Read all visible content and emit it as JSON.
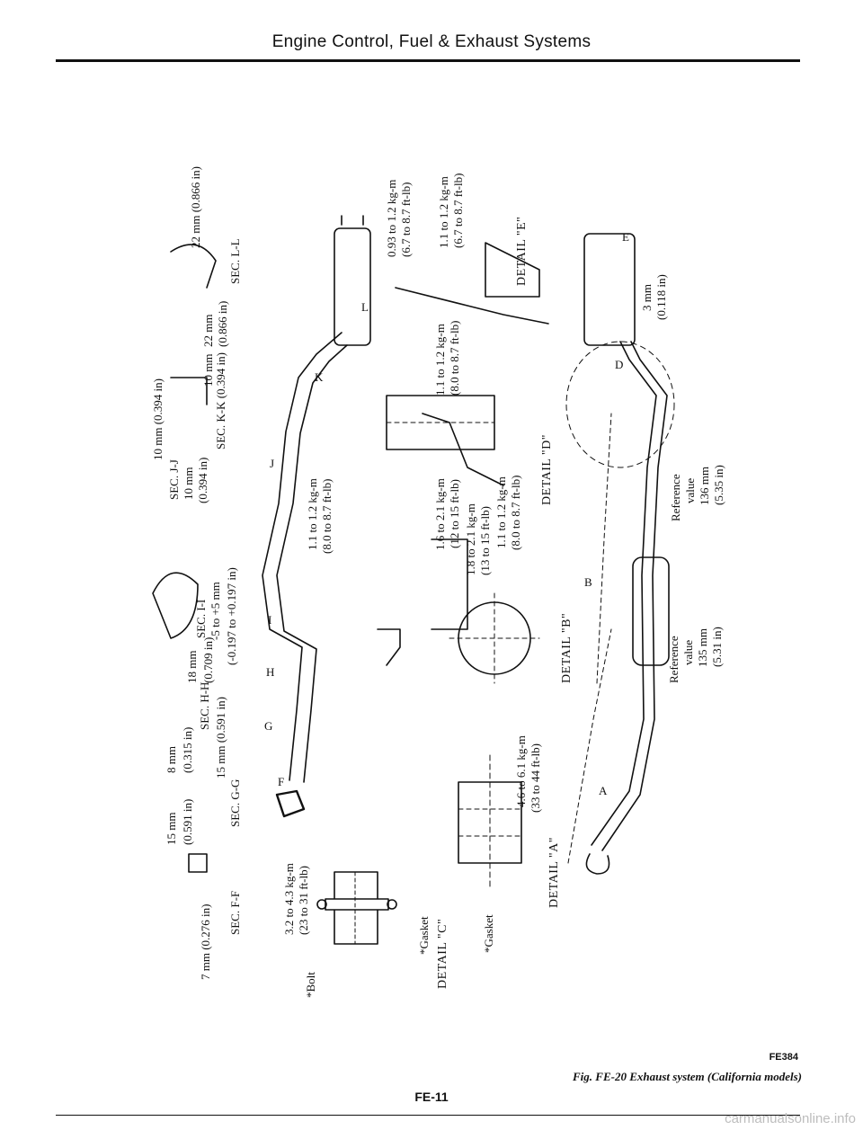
{
  "page": {
    "header": "Engine Control, Fuel & Exhaust Systems",
    "figure_code": "FE384",
    "caption": "Fig. FE-20 Exhaust system (California models)",
    "page_number": "FE-11",
    "watermark": "carmanualsonline.info"
  },
  "labels": {
    "sec_ff": "SEC. F-F",
    "sec_gg": "SEC. G-G",
    "sec_hh": "SEC. H-H",
    "sec_ii": "SEC. I-I",
    "sec_jj": "SEC. J-J",
    "sec_kk": "SEC. K-K (0.394 in)",
    "sec_ll": "SEC. L-L",
    "dim_7mm": "7 mm (0.276 in)",
    "dim_15mm_a": "15 mm",
    "dim_0591_a": "(0.591 in)",
    "dim_8mm": "8 mm",
    "dim_0315": "(0.315 in)",
    "dim_15mm_b": "15 mm (0.591 in)",
    "dim_18mm": "18 mm",
    "dim_0709": "(0.709 in)",
    "dim_tol": "-5 to +5 mm",
    "dim_tol_in": "(-0.197 to +0.197 in)",
    "dim_10mm_top": "10 mm (0.394 in)",
    "dim_10mm_a": "10 mm",
    "dim_0394_a": "(0.394 in)",
    "dim_10mm_b": "10 mm",
    "dim_22mm_a": "22 mm",
    "dim_0866_a": "(0.866 in)",
    "dim_22mm_b": "22 mm (0.866 in)",
    "torque_c1": "3.2 to 4.3 kg-m",
    "torque_c2": "(23 to 31 ft-lb)",
    "bolt": "*Bolt",
    "gasket_a": "*Gasket",
    "gasket_b": "*Gasket",
    "detail_c": "DETAIL \"C\"",
    "detail_a": "DETAIL \"A\"",
    "torque_a1": "4.6 to 6.1 kg-m",
    "torque_a2": "(33 to 44 ft-lb)",
    "detail_b": "DETAIL \"B\"",
    "torque_b1": "1.6 to 2.1 kg-m",
    "torque_b2": "(12 to 15 ft-lb)",
    "torque_b3": "1.8 to 2.1 kg-m",
    "torque_b4": "(13 to 15 ft-lb)",
    "torque_b5": "1.1 to 1.2 kg-m",
    "torque_b6": "(8.0 to 8.7 ft-lb)",
    "torque_j1": "1.1 to 1.2 kg-m",
    "torque_j2": "(8.0 to 8.7 ft-lb)",
    "torque_d1": "1.1 to 1.2 kg-m",
    "torque_d2": "(8.0 to 8.7 ft-lb)",
    "detail_d": "DETAIL \"D\"",
    "torque_e1": "0.93 to 1.2 kg-m",
    "torque_e2": "(6.7 to 8.7 ft-lb)",
    "torque_e3": "1.1 to 1.2 kg-m",
    "torque_e4": "(6.7 to 8.7 ft-lb)",
    "detail_e": "DETAIL \"E\"",
    "ref1_a": "Reference",
    "ref1_b": "value",
    "ref1_c": "135 mm",
    "ref1_d": "(5.31 in)",
    "ref2_a": "Reference",
    "ref2_b": "value",
    "ref2_c": "136 mm",
    "ref2_d": "(5.35 in)",
    "dim_3mm": "3 mm",
    "dim_0118": "(0.118 in)",
    "letter_a": "A",
    "letter_b": "B",
    "letter_d": "D",
    "letter_e": "E",
    "letter_f": "F",
    "letter_g": "G",
    "letter_h": "H",
    "letter_i": "I",
    "letter_j": "J",
    "letter_k": "K",
    "letter_l": "L"
  }
}
